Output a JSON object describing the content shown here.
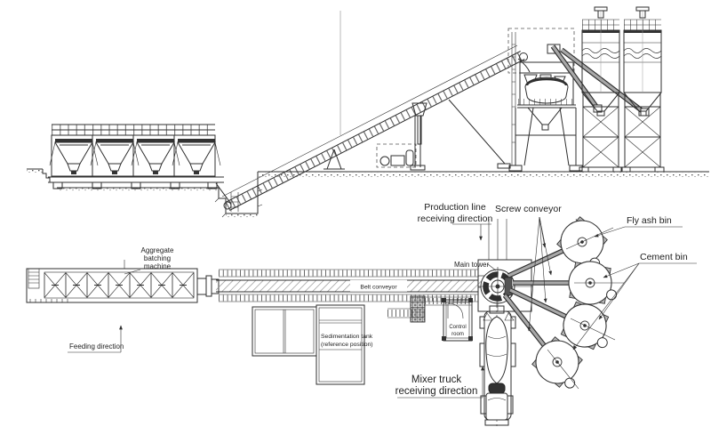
{
  "drawing": {
    "type": "engineering-drawing",
    "subject": "concrete batching plant - elevation and plan views",
    "background": "#ffffff",
    "line_color": "#2f2f2f",
    "tube_fill": "#9a9a9a",
    "hatch_color": "#777777"
  },
  "labels": {
    "production_line": {
      "line1": "Production line",
      "line2": "receiving direction"
    },
    "screw_conveyor": {
      "text": "Screw conveyor"
    },
    "fly_ash_bin": {
      "text": "Fly ash bin"
    },
    "cement_bin": {
      "text": "Cement bin"
    },
    "main_tower": {
      "text": "Main tower"
    },
    "aggregate_batching_machine": {
      "line1": "Aggregate",
      "line2": "batching",
      "line3": "machine"
    },
    "belt_conveyor": {
      "text": "Belt conveyor"
    },
    "feeding_direction": {
      "text": "Feeding direction"
    },
    "sedimentation_tank": {
      "line1": "Sedimentation tank",
      "line2": "(reference position)"
    },
    "control_room": {
      "line1": "Control",
      "line2": "room"
    },
    "mixer_truck": {
      "line1": "Mixer truck",
      "line2": "receiving direction"
    }
  }
}
